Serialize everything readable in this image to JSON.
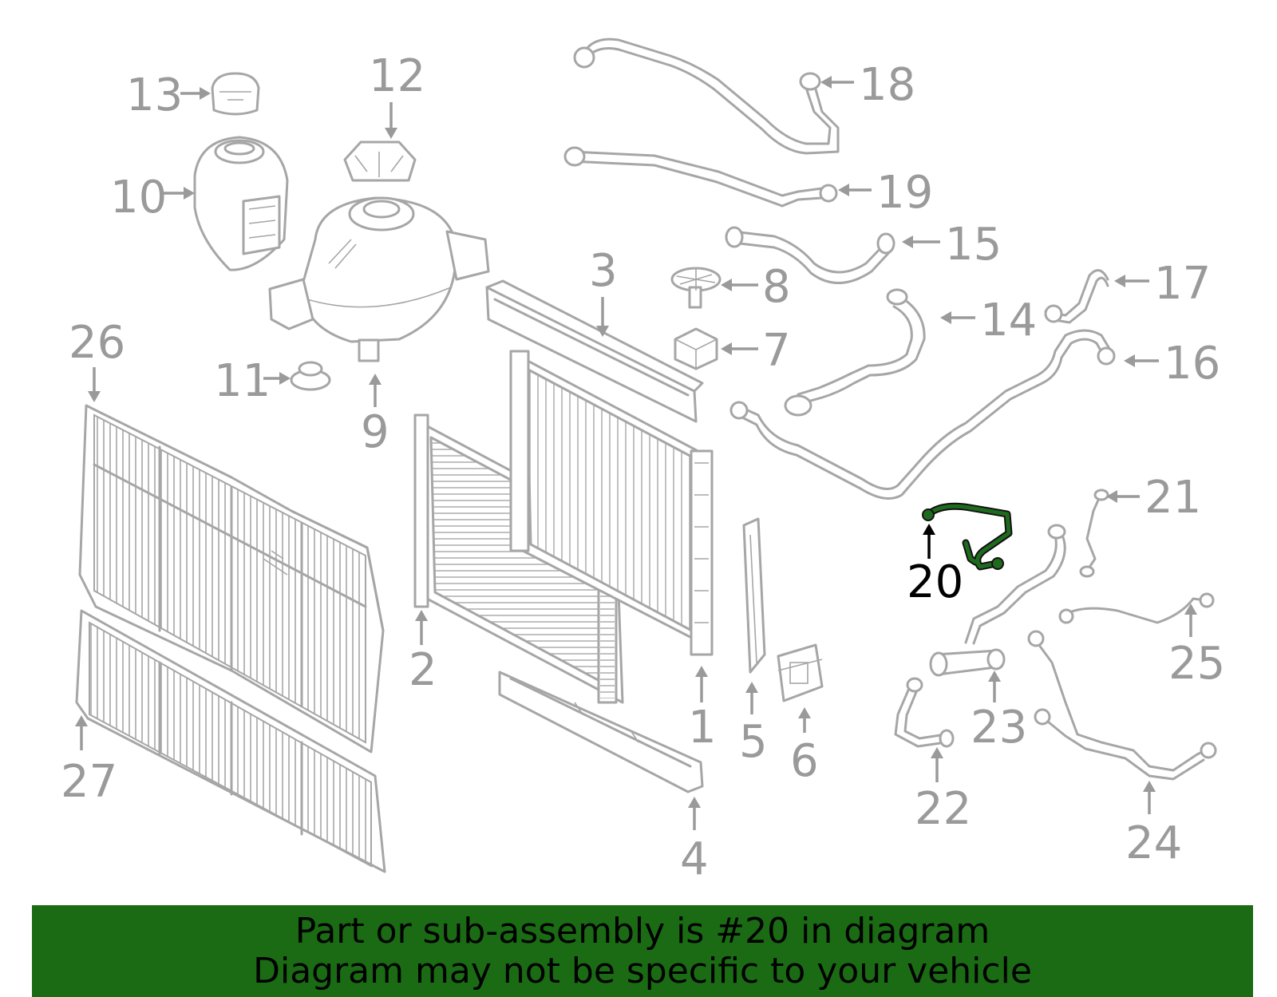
{
  "colors": {
    "part_line": "#a6a6a6",
    "label": "#9a9a9a",
    "highlight_part": "#1e6b1e",
    "banner_bg": "#1a6b14",
    "banner_text": "#000000"
  },
  "labels": {
    "p1": "1",
    "p2": "2",
    "p3": "3",
    "p4": "4",
    "p5": "5",
    "p6": "6",
    "p7": "7",
    "p8": "8",
    "p9": "9",
    "p10": "10",
    "p11": "11",
    "p12": "12",
    "p13": "13",
    "p14": "14",
    "p15": "15",
    "p16": "16",
    "p17": "17",
    "p18": "18",
    "p19": "19",
    "p20": "20",
    "p21": "21",
    "p22": "22",
    "p23": "23",
    "p24": "24",
    "p25": "25",
    "p26": "26",
    "p27": "27"
  },
  "highlighted_part": "20",
  "banner": {
    "line1": "Part or sub-assembly is #20 in diagram",
    "line2": "Diagram may not be specific to your vehicle"
  }
}
